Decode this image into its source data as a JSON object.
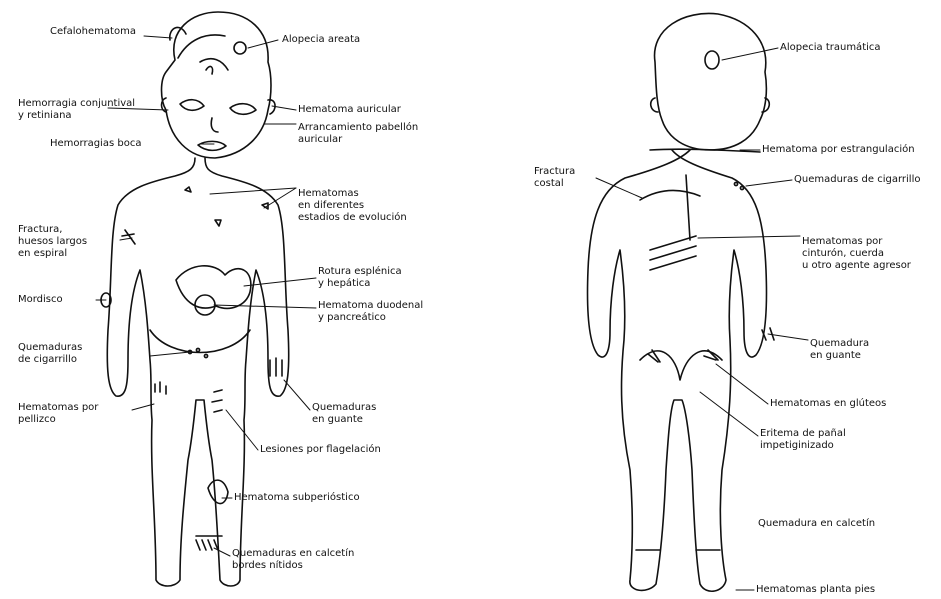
{
  "front_labels": {
    "cefalohematoma": "Cefalohematoma",
    "alopecia_areata": "Alopecia areata",
    "hemorragia_conj_1": "Hemorragia conjuntival",
    "hemorragia_conj_2": "y retiniana",
    "hematoma_auricular": "Hematoma auricular",
    "arrancamiento_1": "Arrancamiento pabellón",
    "arrancamiento_2": "auricular",
    "hemorragias_boca": "Hemorragias boca",
    "hematomas_dif_1": "Hematomas",
    "hematomas_dif_2": "en diferentes",
    "hematomas_dif_3": "estadios de evolución",
    "fractura_1": "Fractura,",
    "fractura_2": "huesos largos",
    "fractura_3": "en espiral",
    "rotura_1": "Rotura esplénica",
    "rotura_2": "y hepática",
    "mordisco": "Mordisco",
    "duodenal_1": "Hematoma duodenal",
    "duodenal_2": "y pancreático",
    "quem_cig_1": "Quemaduras",
    "quem_cig_2": "de cigarrillo",
    "hem_pellizco_1": "Hematomas por",
    "hem_pellizco_2": "pellizco",
    "quem_guante_1": "Quemaduras",
    "quem_guante_2": "en guante",
    "flagelacion": "Lesiones por flagelación",
    "subperiostico": "Hematoma subperióstico",
    "calcetin_1": "Quemaduras en calcetín",
    "calcetin_2": "bordes nítidos"
  },
  "back_labels": {
    "alopecia_traumatica": "Alopecia traumática",
    "estrangulacion": "Hematoma por estrangulación",
    "fractura_costal_1": "Fractura",
    "fractura_costal_2": "costal",
    "quem_cigarrillo": "Quemaduras de cigarrillo",
    "cinturon_1": "Hematomas por",
    "cinturon_2": "cinturón, cuerda",
    "cinturon_3": "u otro agente agresor",
    "quem_guante_1": "Quemadura",
    "quem_guante_2": "en guante",
    "gluteos": "Hematomas en glúteos",
    "panal_1": "Eritema de pañal",
    "panal_2": "impetiginizado",
    "calcetin": "Quemadura en calcetín",
    "planta_pies": "Hematomas planta pies"
  }
}
